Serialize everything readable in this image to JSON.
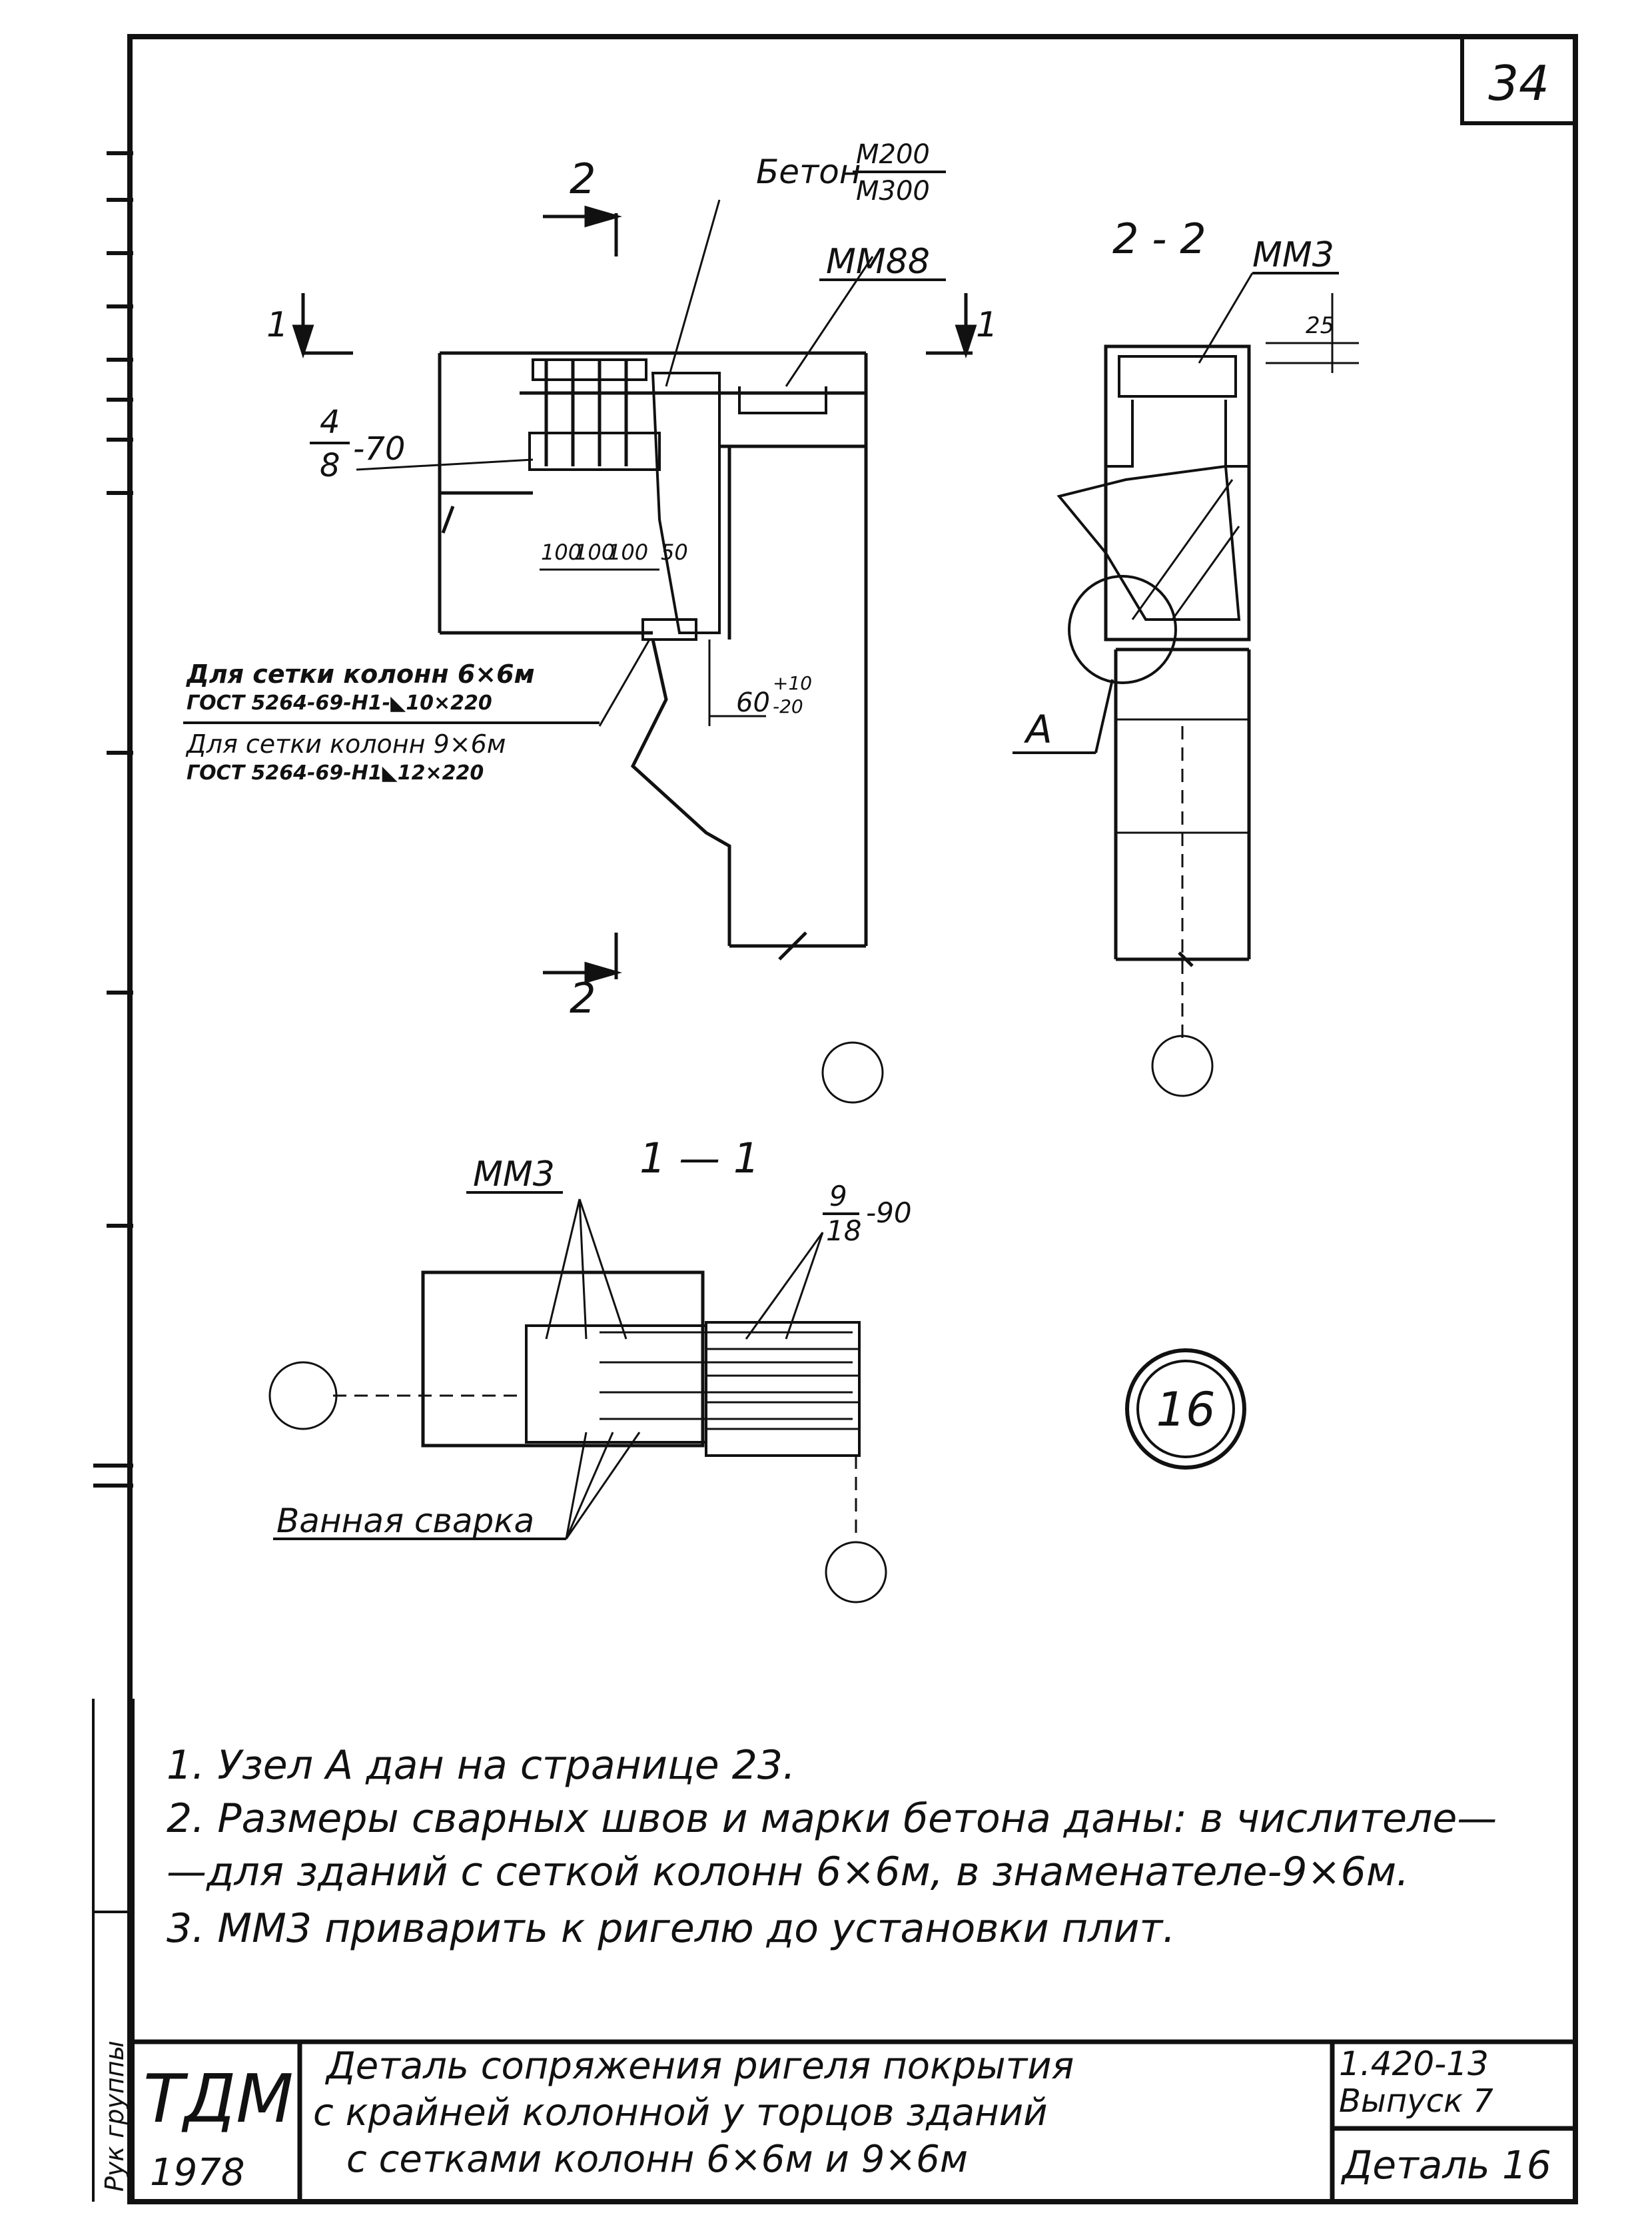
{
  "sheet": {
    "page_number": "34",
    "colors": {
      "ink": "#111111",
      "paper": "#ffffff"
    }
  },
  "top_view": {
    "section_mark_2": "2",
    "section_mark_1": "1",
    "concrete_label": "Бетон",
    "concrete_grade_numerator": "М200",
    "concrete_grade_denominator": "М300",
    "embedded_part_label": "ММ88",
    "weld_numerator": "4",
    "weld_denominator": "8",
    "weld_length": "-70",
    "spacing_dims": [
      "100",
      "100",
      "100",
      "50"
    ],
    "offset_dim": "60",
    "offset_tol_plus": "+10",
    "offset_tol_minus": "-20",
    "weld_note_6x6_title": "Для сетки колонн 6×6м",
    "weld_note_6x6_gost": "ГОСТ 5264-69-Н1-◣10×220",
    "weld_note_9x6_title": "Для сетки колонн 9×6м",
    "weld_note_9x6_gost": "ГОСТ 5264-69-Н1◣12×220"
  },
  "section_2_2": {
    "title": "2 - 2",
    "embedded_part_label": "ММ3",
    "dim_25": "25",
    "node_callout": "А"
  },
  "section_1_1": {
    "title": "1 — 1",
    "embedded_part_label": "ММ3",
    "weld_numerator": "9",
    "weld_denominator": "18",
    "weld_length": "-90",
    "weld_note": "Ванная сварка"
  },
  "detail_badge": "16",
  "notes": [
    "1.  Узел А дан на странице 23.",
    "2.  Размеры сварных швов и марки бетона даны: в числителе—",
    "     —для зданий с сеткой колонн 6×6м, в знаменателе-9×6м.",
    "3.  ММ3 приварить к ригелю до установки плит."
  ],
  "title_block": {
    "org": "ТДМ",
    "year": "1978",
    "title_line_1": "Деталь сопряжения ригеля покрытия",
    "title_line_2": "с крайней колонной у торцов зданий",
    "title_line_3": "с сетками колонн 6×6м и 9×6м",
    "doc_code": "1.420-13",
    "issue": "Выпуск 7",
    "detail": "Деталь 16",
    "side_stamp": "Рук группы"
  }
}
